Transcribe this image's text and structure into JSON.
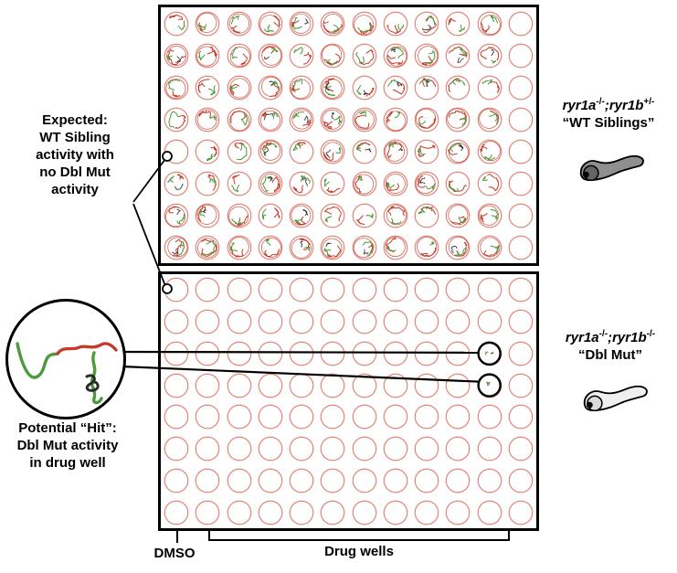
{
  "annotations": {
    "expected_note": {
      "lines": [
        "Expected:",
        "WT Sibling",
        "activity with",
        "no Dbl Mut",
        "activity"
      ]
    },
    "hit_note": {
      "lines": [
        "Potential “Hit”:",
        "Dbl Mut activity",
        "in drug well"
      ]
    },
    "dmso_label": "DMSO",
    "drug_wells_label": "Drug wells"
  },
  "genotypes": {
    "wt": {
      "gene_a": "ryr1a",
      "sup_a": "-/-",
      "sep": ";",
      "gene_b": "ryr1b",
      "sup_b": "+/-",
      "name": "“WT Siblings”"
    },
    "dbl": {
      "gene_a": "ryr1a",
      "sup_a": "-/-",
      "sep": ";",
      "gene_b": "ryr1b",
      "sup_b": "-/-",
      "name": "“Dbl Mut”"
    }
  },
  "plates": {
    "rows": 8,
    "cols": 12,
    "top": {
      "description": "WT sibling activity plate, traces in nearly every well",
      "all_traced": true,
      "empty_cells": [
        [
          0,
          11
        ],
        [
          1,
          11
        ],
        [
          2,
          11
        ],
        [
          3,
          11
        ],
        [
          4,
          11
        ],
        [
          5,
          11
        ],
        [
          6,
          11
        ],
        [
          7,
          11
        ],
        [
          4,
          0
        ]
      ],
      "pointer_cell": [
        4,
        0
      ]
    },
    "bottom": {
      "description": "Dbl Mut drug screen plate, empty wells except hit wells",
      "all_traced": false,
      "hit_cells": [
        [
          2,
          10
        ],
        [
          3,
          10
        ]
      ],
      "pointer_cell": [
        0,
        0
      ]
    }
  },
  "colors": {
    "well_stroke": "#e2867b",
    "trace_red": "#c43d2c",
    "trace_green": "#4d9a3c",
    "trace_dark": "#2b2b2b",
    "annotation_line": "#000000",
    "wt_fish_body": "#8f8f8f",
    "wt_fish_yolk": "#646464",
    "dbl_fish_body": "#efefef",
    "dbl_fish_yolk": "#d9d9d9"
  }
}
